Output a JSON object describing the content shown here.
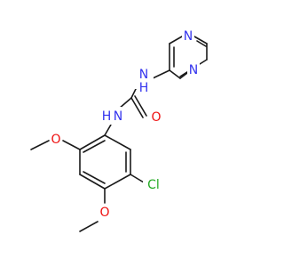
{
  "molecule": {
    "atoms": {
      "n_pyrazine_top": {
        "label": "N",
        "color": "#3333ee"
      },
      "n_pyrazine_bottom": {
        "label": "N",
        "color": "#3333ee"
      },
      "nh_upper": {
        "label": "N",
        "h": "H",
        "color": "#3333ee"
      },
      "nh_lower": {
        "label": "N",
        "h": "H",
        "color": "#3333ee"
      },
      "o_carbonyl": {
        "label": "O",
        "color": "#ee1111"
      },
      "o_methoxy_upper": {
        "label": "O",
        "color": "#ee1111"
      },
      "o_methoxy_lower": {
        "label": "O",
        "color": "#ee1111"
      },
      "cl": {
        "label": "Cl",
        "color": "#22aa22"
      }
    }
  }
}
